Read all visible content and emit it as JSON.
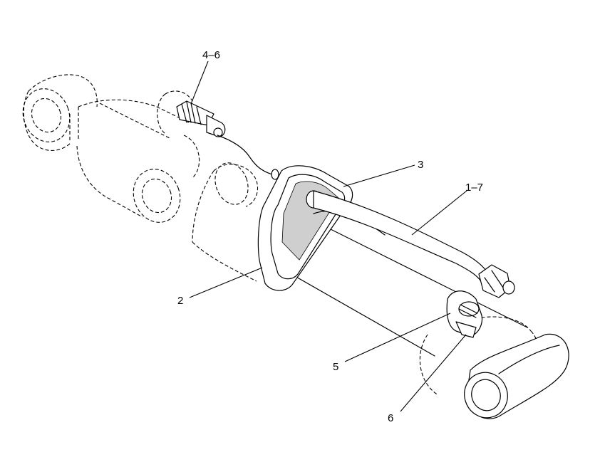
{
  "callouts": {
    "c1": "4–6",
    "c2": "3",
    "c3": "1–7",
    "c4": "2",
    "c5": "5",
    "c6": "6"
  }
}
